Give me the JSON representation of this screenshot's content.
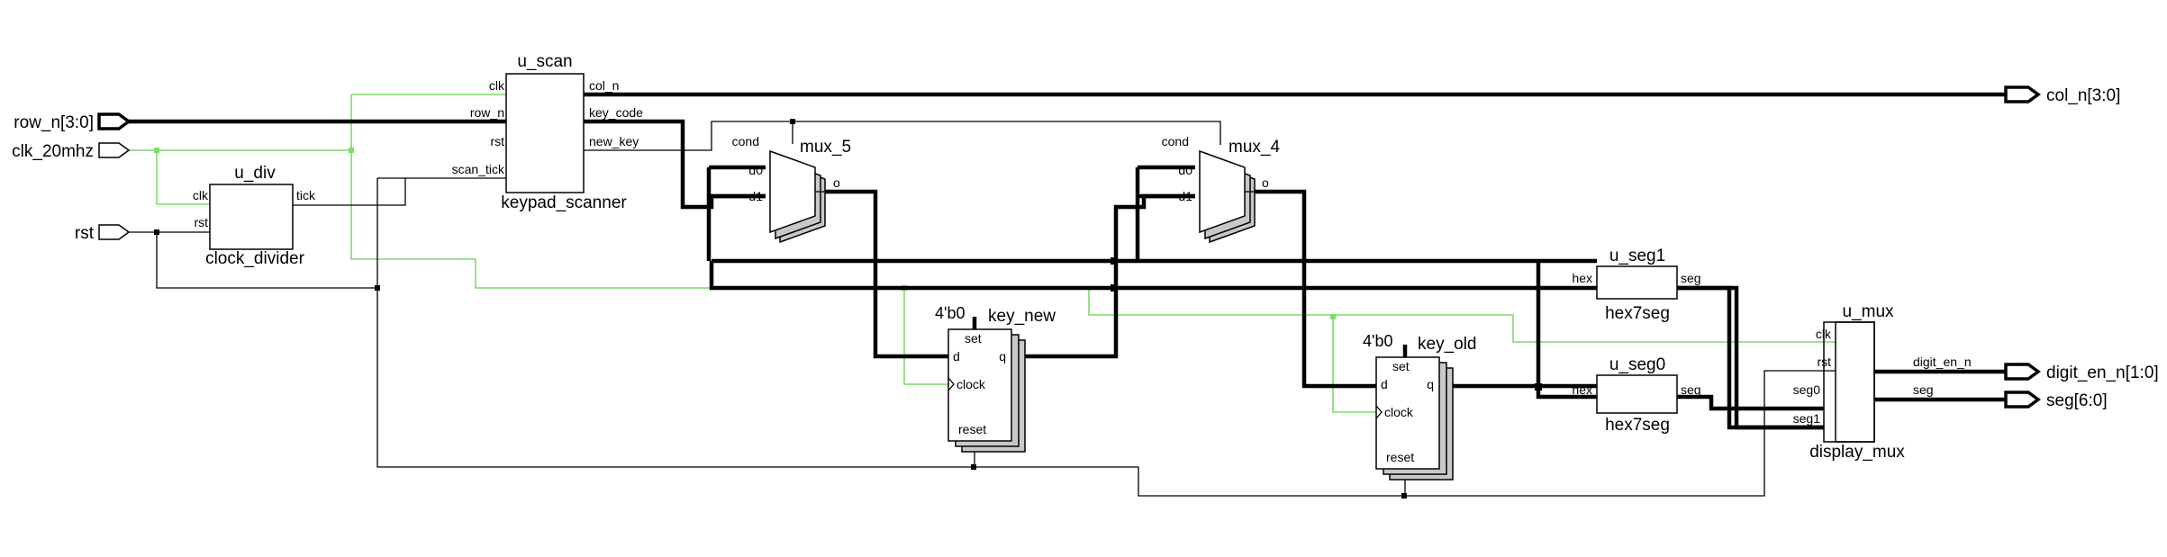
{
  "ports": {
    "row_n": "row_n[3:0]",
    "clk": "clk_20mhz",
    "rst": "rst",
    "col_n": "col_n[3:0]",
    "digit_en_n": "digit_en_n[1:0]",
    "seg": "seg[6:0]"
  },
  "u_scan": {
    "inst": "u_scan",
    "type": "keypad_scanner",
    "pins": {
      "clk": "clk",
      "row_n": "row_n",
      "rst": "rst",
      "scan_tick": "scan_tick",
      "col_n": "col_n",
      "key_code": "key_code",
      "new_key": "new_key"
    }
  },
  "u_div": {
    "inst": "u_div",
    "type": "clock_divider",
    "pins": {
      "clk": "clk",
      "rst": "rst",
      "tick": "tick"
    }
  },
  "mux_5": {
    "inst": "mux_5",
    "pins": {
      "cond": "cond",
      "d0": "d0",
      "d1": "d1",
      "o": "o"
    }
  },
  "mux_4": {
    "inst": "mux_4",
    "pins": {
      "cond": "cond",
      "d0": "d0",
      "d1": "d1",
      "o": "o"
    }
  },
  "key_new": {
    "inst": "key_new",
    "init": "4'b0",
    "pins": {
      "set": "set",
      "d": "d",
      "q": "q",
      "clock": "clock",
      "reset": "reset"
    }
  },
  "key_old": {
    "inst": "key_old",
    "init": "4'b0",
    "pins": {
      "set": "set",
      "d": "d",
      "q": "q",
      "clock": "clock",
      "reset": "reset"
    }
  },
  "u_seg1": {
    "inst": "u_seg1",
    "type": "hex7seg",
    "pins": {
      "hex": "hex",
      "seg": "seg"
    }
  },
  "u_seg0": {
    "inst": "u_seg0",
    "type": "hex7seg",
    "pins": {
      "hex": "hex",
      "seg": "seg"
    }
  },
  "u_mux": {
    "inst": "u_mux",
    "type": "display_mux",
    "pins": {
      "clk": "clk",
      "rst": "rst",
      "seg0": "seg0",
      "seg1": "seg1",
      "digit_en_n": "digit_en_n",
      "seg": "seg"
    }
  },
  "colors": {
    "clock_net": "#7ddc6a",
    "wire": "#000000",
    "shadow": "#c8c8c8"
  }
}
